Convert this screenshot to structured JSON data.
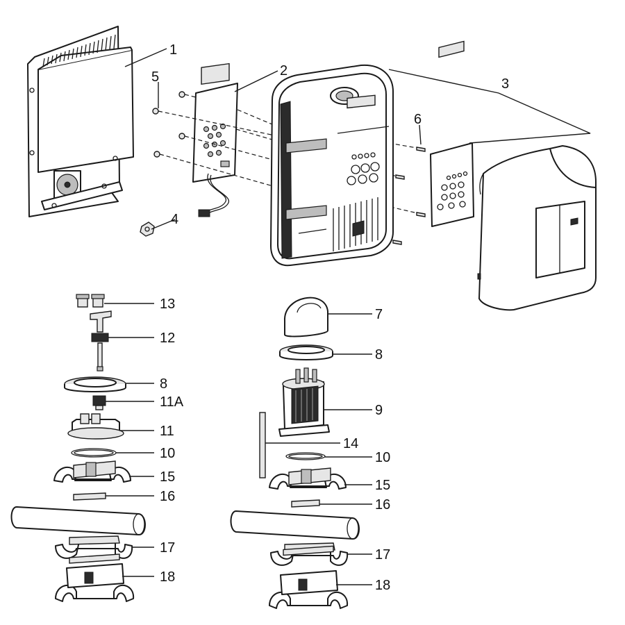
{
  "callouts": [
    {
      "id": "c1",
      "text": "1"
    },
    {
      "id": "c2",
      "text": "2"
    },
    {
      "id": "c3",
      "text": "3"
    },
    {
      "id": "c4",
      "text": "4"
    },
    {
      "id": "c5",
      "text": "5"
    },
    {
      "id": "c6",
      "text": "6"
    },
    {
      "id": "c7",
      "text": "7"
    },
    {
      "id": "c8r",
      "text": "8"
    },
    {
      "id": "c9",
      "text": "9"
    },
    {
      "id": "c14",
      "text": "14"
    },
    {
      "id": "c10r",
      "text": "10"
    },
    {
      "id": "c15r",
      "text": "15"
    },
    {
      "id": "c16r",
      "text": "16"
    },
    {
      "id": "c17r",
      "text": "17"
    },
    {
      "id": "c18r",
      "text": "18"
    },
    {
      "id": "c13",
      "text": "13"
    },
    {
      "id": "c12",
      "text": "12"
    },
    {
      "id": "c8l",
      "text": "8"
    },
    {
      "id": "c11a",
      "text": "11A"
    },
    {
      "id": "c11",
      "text": "11"
    },
    {
      "id": "c10l",
      "text": "10"
    },
    {
      "id": "c15l",
      "text": "15"
    },
    {
      "id": "c16l",
      "text": "16"
    },
    {
      "id": "c17l",
      "text": "17"
    },
    {
      "id": "c18l",
      "text": "18"
    }
  ],
  "colors": {
    "line": "#1a1a1a",
    "fill": "#ffffff",
    "shade": "#bdbdbd"
  }
}
